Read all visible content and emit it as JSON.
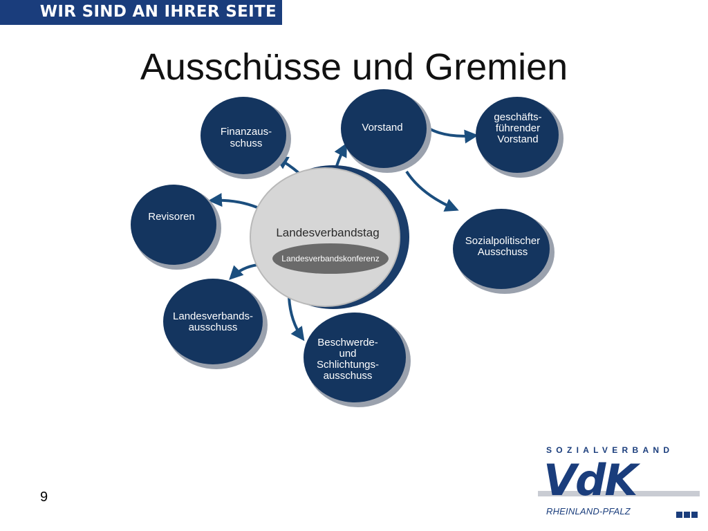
{
  "header": {
    "banner_text": "WIR SIND AN IHRER SEITE",
    "banner_color": "#1a3d7c"
  },
  "title": "Ausschüsse und Gremien",
  "diagram": {
    "center": {
      "label": "Landesverbandstag",
      "inner_label": "Landesverbandskonferenz"
    },
    "nodes": {
      "vorstand": [
        "Vorstand"
      ],
      "gfv": [
        "geschäfts-",
        "führender",
        "Vorstand"
      ],
      "finanz": [
        "Finanzaus-",
        "schuss"
      ],
      "revisoren": [
        "Revisoren"
      ],
      "sozial": [
        "Sozialpolitischer",
        "Ausschuss"
      ],
      "lva": [
        "Landesverbands-",
        "ausschuss"
      ],
      "beschwerde": [
        "Beschwerde-",
        "und",
        "Schlichtungs-",
        "ausschuss"
      ]
    },
    "colors": {
      "node_fill": "#14355f",
      "node_shadow": "#9aa1ad",
      "center_fill": "#d6d6d6",
      "inner_fill": "#6a6a6a",
      "arrow": "#1b4e7e"
    }
  },
  "page_number": "9",
  "logo": {
    "top_text": "SOZIALVERBAND",
    "main_text": "VdK",
    "bottom_text": "RHEINLAND-PFALZ"
  }
}
